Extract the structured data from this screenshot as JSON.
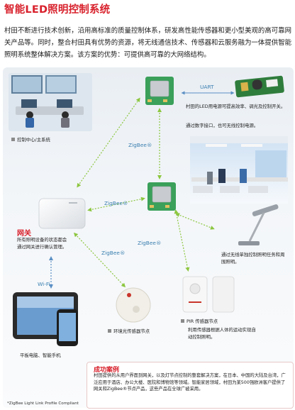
{
  "title": "智能LED照明控制系统",
  "intro": "村田不断进行技术创新，沿用高标准的质量控制体系，研发高性能传感器和更小型美观的高可靠网关产品等。同时，整合村田具有优势的资源，将无线通信技术、传感器和云服务融为一体提供智能照明系统整体解决方案。该方案的优势：可提供高可靠的大网络结构。",
  "labels": {
    "control_center": "控制中心/主系统",
    "uart": "UART",
    "led_power_desc": "村田的LED用电源可提高效率、调光及控制开关。",
    "digital_interface": "通过数字接口，也可无线控制电源。",
    "zigbee": "ZigBee®",
    "gateway_title": "网关",
    "gateway_desc": "所有照明设备的状态都会通过网关进行确认管理。",
    "wifi": "Wi-Fi",
    "tablet": "平板电脑、智能手机",
    "ambient_sensor": "环境光传感器节点",
    "pir_sensor": "PIR 传感器节点",
    "pir_desc": "利用传感器根据人体的运动实现自动控制照明。",
    "lamp_desc": "通过无线单独控制照明任务和周围照明。"
  },
  "case": {
    "title": "成功案例",
    "text": "村田提供的从用户界面到网关，以及灯节点控制的整套解决方案，在日本、中国的大陆及台湾，广泛应用于酒店、办公大楼、医院和博物馆等领域。智能家居领域，村田为某500强欧洲客户提供了网关和ZigBee®节点产品，这些产品在全球广被采用。"
  },
  "footnote": "*ZigBee Light Link Profile Compliant",
  "colors": {
    "accent": "#d8212c",
    "link": "#3a7fb0",
    "module": "#3aa05a",
    "arrow": "#8cc63f"
  }
}
